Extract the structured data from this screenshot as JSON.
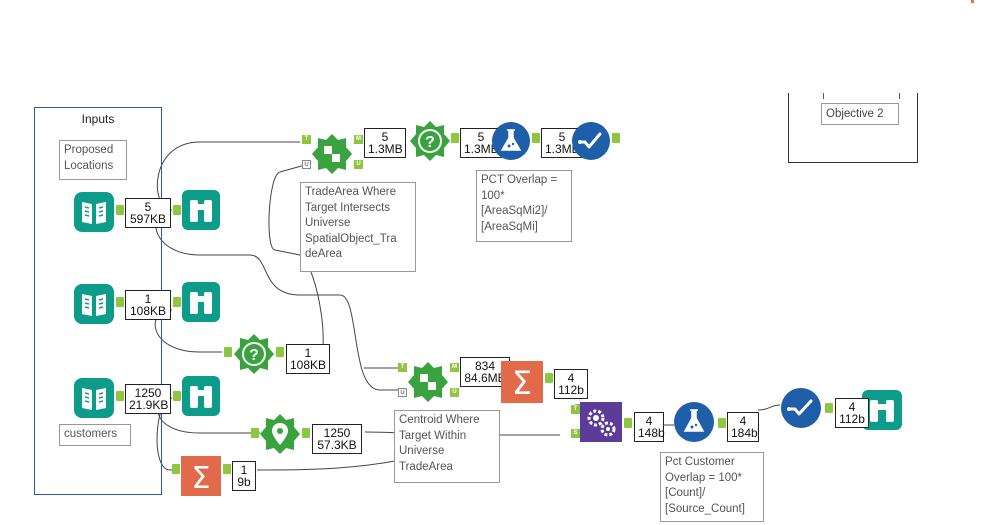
{
  "containers": {
    "inputs_title": "Inputs",
    "objective2_label": "Objective 2"
  },
  "comments": {
    "proposed_locations": "Proposed\nLocations",
    "customers": "customers",
    "trade_area_filter": "TradeArea Where\nTarget Intersects\nUniverse\nSpatialObject_Tra\ndeArea",
    "pct_overlap": "PCT Overlap =\n100*\n[AreaSqMi2]/\n[AreaSqMi]",
    "centroid_filter": "Centroid Where\nTarget Within\nUniverse\nTradeArea",
    "pct_customer": "Pct Customer\nOverlap = 100*\n[Count]/\n[Source_Count]"
  },
  "stats": {
    "input1_a": "5",
    "input1_b": "597KB",
    "input2_a": "1",
    "input2_b": "108KB",
    "input3_a": "1250",
    "input3_b": "21.9KB",
    "spatial1_a": "5",
    "spatial1_b": "1.3MB",
    "filter1_a": "5",
    "filter1_b": "1.3MB",
    "formula1_a": "5",
    "formula1_b": "1.3MB",
    "filter2_a": "1",
    "filter2_b": "108KB",
    "spatial2_a": "834",
    "spatial2_b": "84.6MB",
    "summ1_a": "4",
    "summ1_b": "112b",
    "create_a": "1250",
    "create_b": "57.3KB",
    "summ2_a": "1",
    "summ2_b": "9b",
    "join_a": "4",
    "join_b": "148b",
    "formula2_a": "4",
    "formula2_b": "184b",
    "select_a": "4",
    "select_b": "112b"
  },
  "anchors": {
    "T": "T",
    "U": "U",
    "M": "M",
    "S": "S"
  },
  "colors": {
    "teal": "#0d9c8a",
    "green": "#3aa33f",
    "blue": "#1f5ea8",
    "orange": "#e06a4a",
    "purple": "#5b3d99",
    "anchor_green": "#8dc63f",
    "container_blue": "#2a5aa8"
  },
  "icons": [
    "input-book-icon",
    "browse-binoculars-icon",
    "spatial-match-puzzle-icon",
    "filter-question-icon",
    "formula-flask-icon",
    "select-check-icon",
    "summarize-sigma-icon",
    "create-points-pin-icon",
    "join-gears-icon"
  ]
}
